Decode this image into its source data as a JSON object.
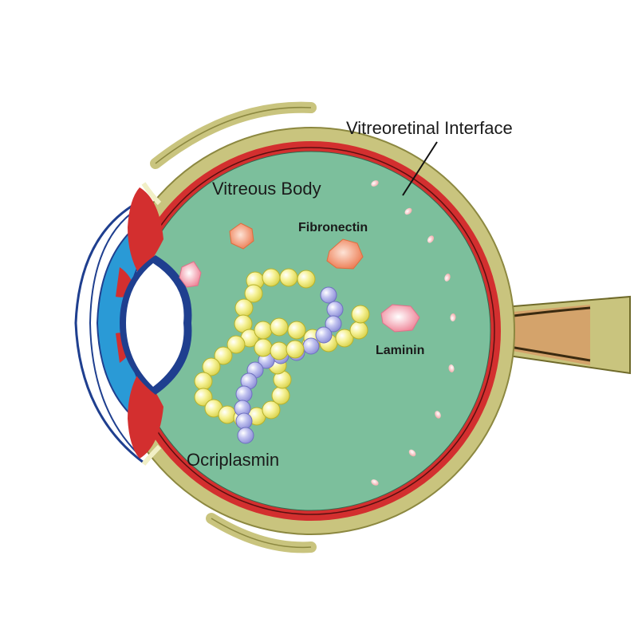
{
  "labels": {
    "vitreoretinal_interface": "Vitreoretinal Interface",
    "vitreous_body": "Vitreous Body",
    "fibronectin": "Fibronectin",
    "laminin": "Laminin",
    "ocriplasmin": "Ocriplasmin"
  },
  "colors": {
    "sclera": "#c9c47e",
    "choroid_retina": "#d32f2f",
    "vitreous": "#7cbf9c",
    "cornea_outline": "#1f3f8f",
    "iris_blue": "#2a9ad6",
    "optic_nerve": "#d4a36b",
    "fibronectin": "#f28f6a",
    "laminin": "#f08a9b",
    "yellow_bead": "#f4f06a",
    "purple_bead": "#a7a9e6"
  }
}
